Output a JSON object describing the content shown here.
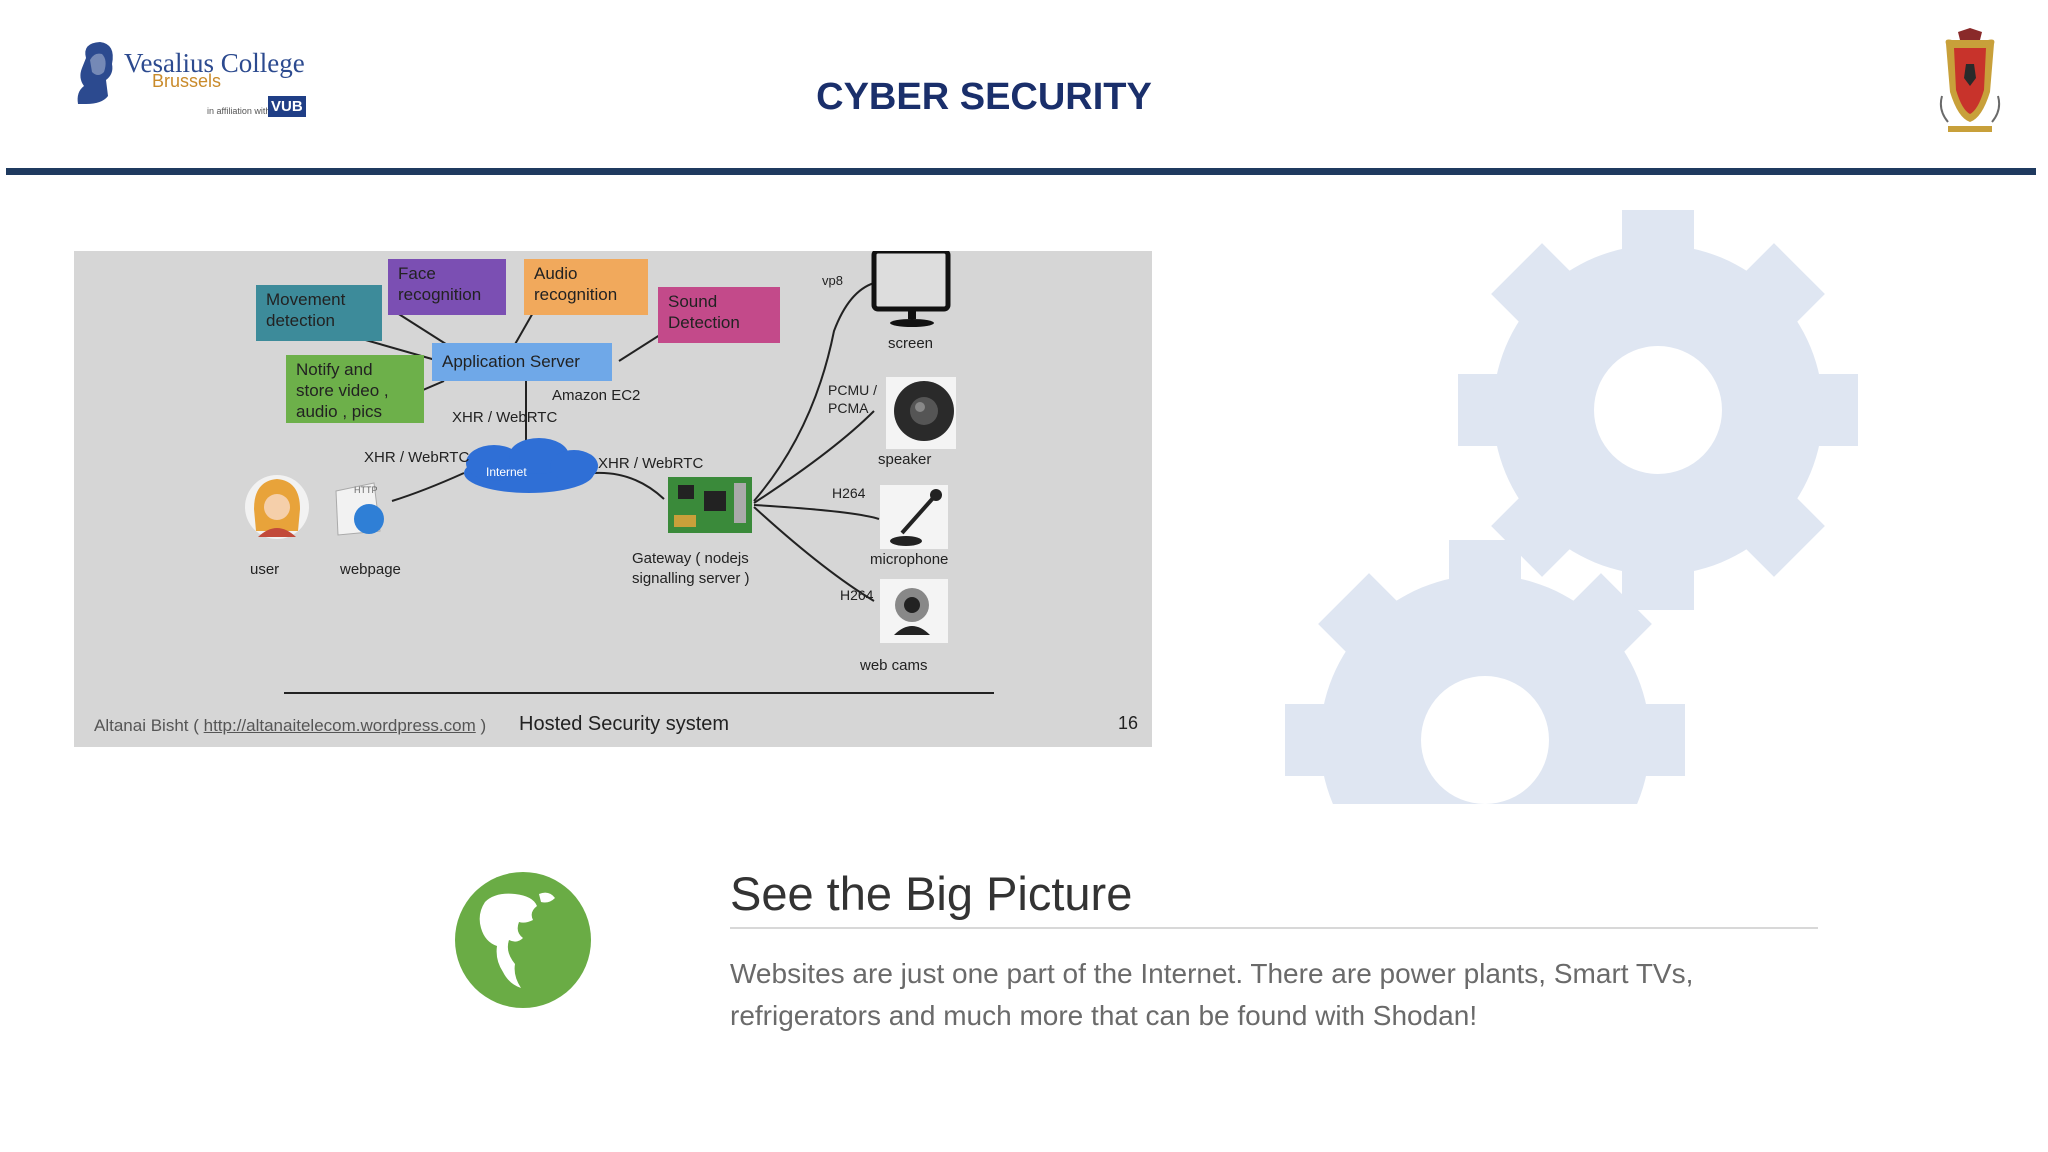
{
  "header": {
    "logo_name": "Vesalius College",
    "logo_city": "Brussels",
    "logo_affiliation": "in affiliation with",
    "logo_vub": "VUB",
    "title": "CYBER SECURITY"
  },
  "diagram": {
    "boxes": {
      "movement": "Movement detection",
      "face": "Face recognition",
      "audio": "Audio recognition",
      "sound": "Sound Detection",
      "notify": "Notify and store video , audio , pics",
      "app_server": "Application Server"
    },
    "labels": {
      "amazon": "Amazon EC2",
      "xhr_top": "XHR / WebRTC",
      "xhr_left": "XHR / WebRTC",
      "xhr_right": "XHR / WebRTC",
      "internet": "Internet",
      "user": "user",
      "webpage": "webpage",
      "gateway": "Gateway ( nodejs signalling server )",
      "vp8": "vp8",
      "pcmu": "PCMU / PCMA",
      "h264_a": "H264",
      "h264_b": "H264",
      "screen": "screen",
      "speaker": "speaker",
      "microphone": "microphone",
      "webcams": "web cams"
    },
    "footer": {
      "author": "Altanai Bisht (",
      "link": "http://altanaitelecom.wordpress.com",
      "close": ")",
      "caption": "Hosted Security system",
      "page": "16"
    },
    "colors": {
      "background": "#d6d6d6",
      "movement": "#3d8b9a",
      "face": "#7b4fb3",
      "audio": "#f1a95c",
      "sound": "#c34a8a",
      "notify": "#6db04a",
      "app_server": "#6fa8e8",
      "cloud": "#2f6fd6"
    }
  },
  "big_picture": {
    "title": "See the Big Picture",
    "text": "Websites are just one part of the Internet. There are power plants, Smart TVs, refrigerators and much more that can be found with Shodan!",
    "globe_color": "#6aac45"
  },
  "gear_color": "#dfe6f2"
}
